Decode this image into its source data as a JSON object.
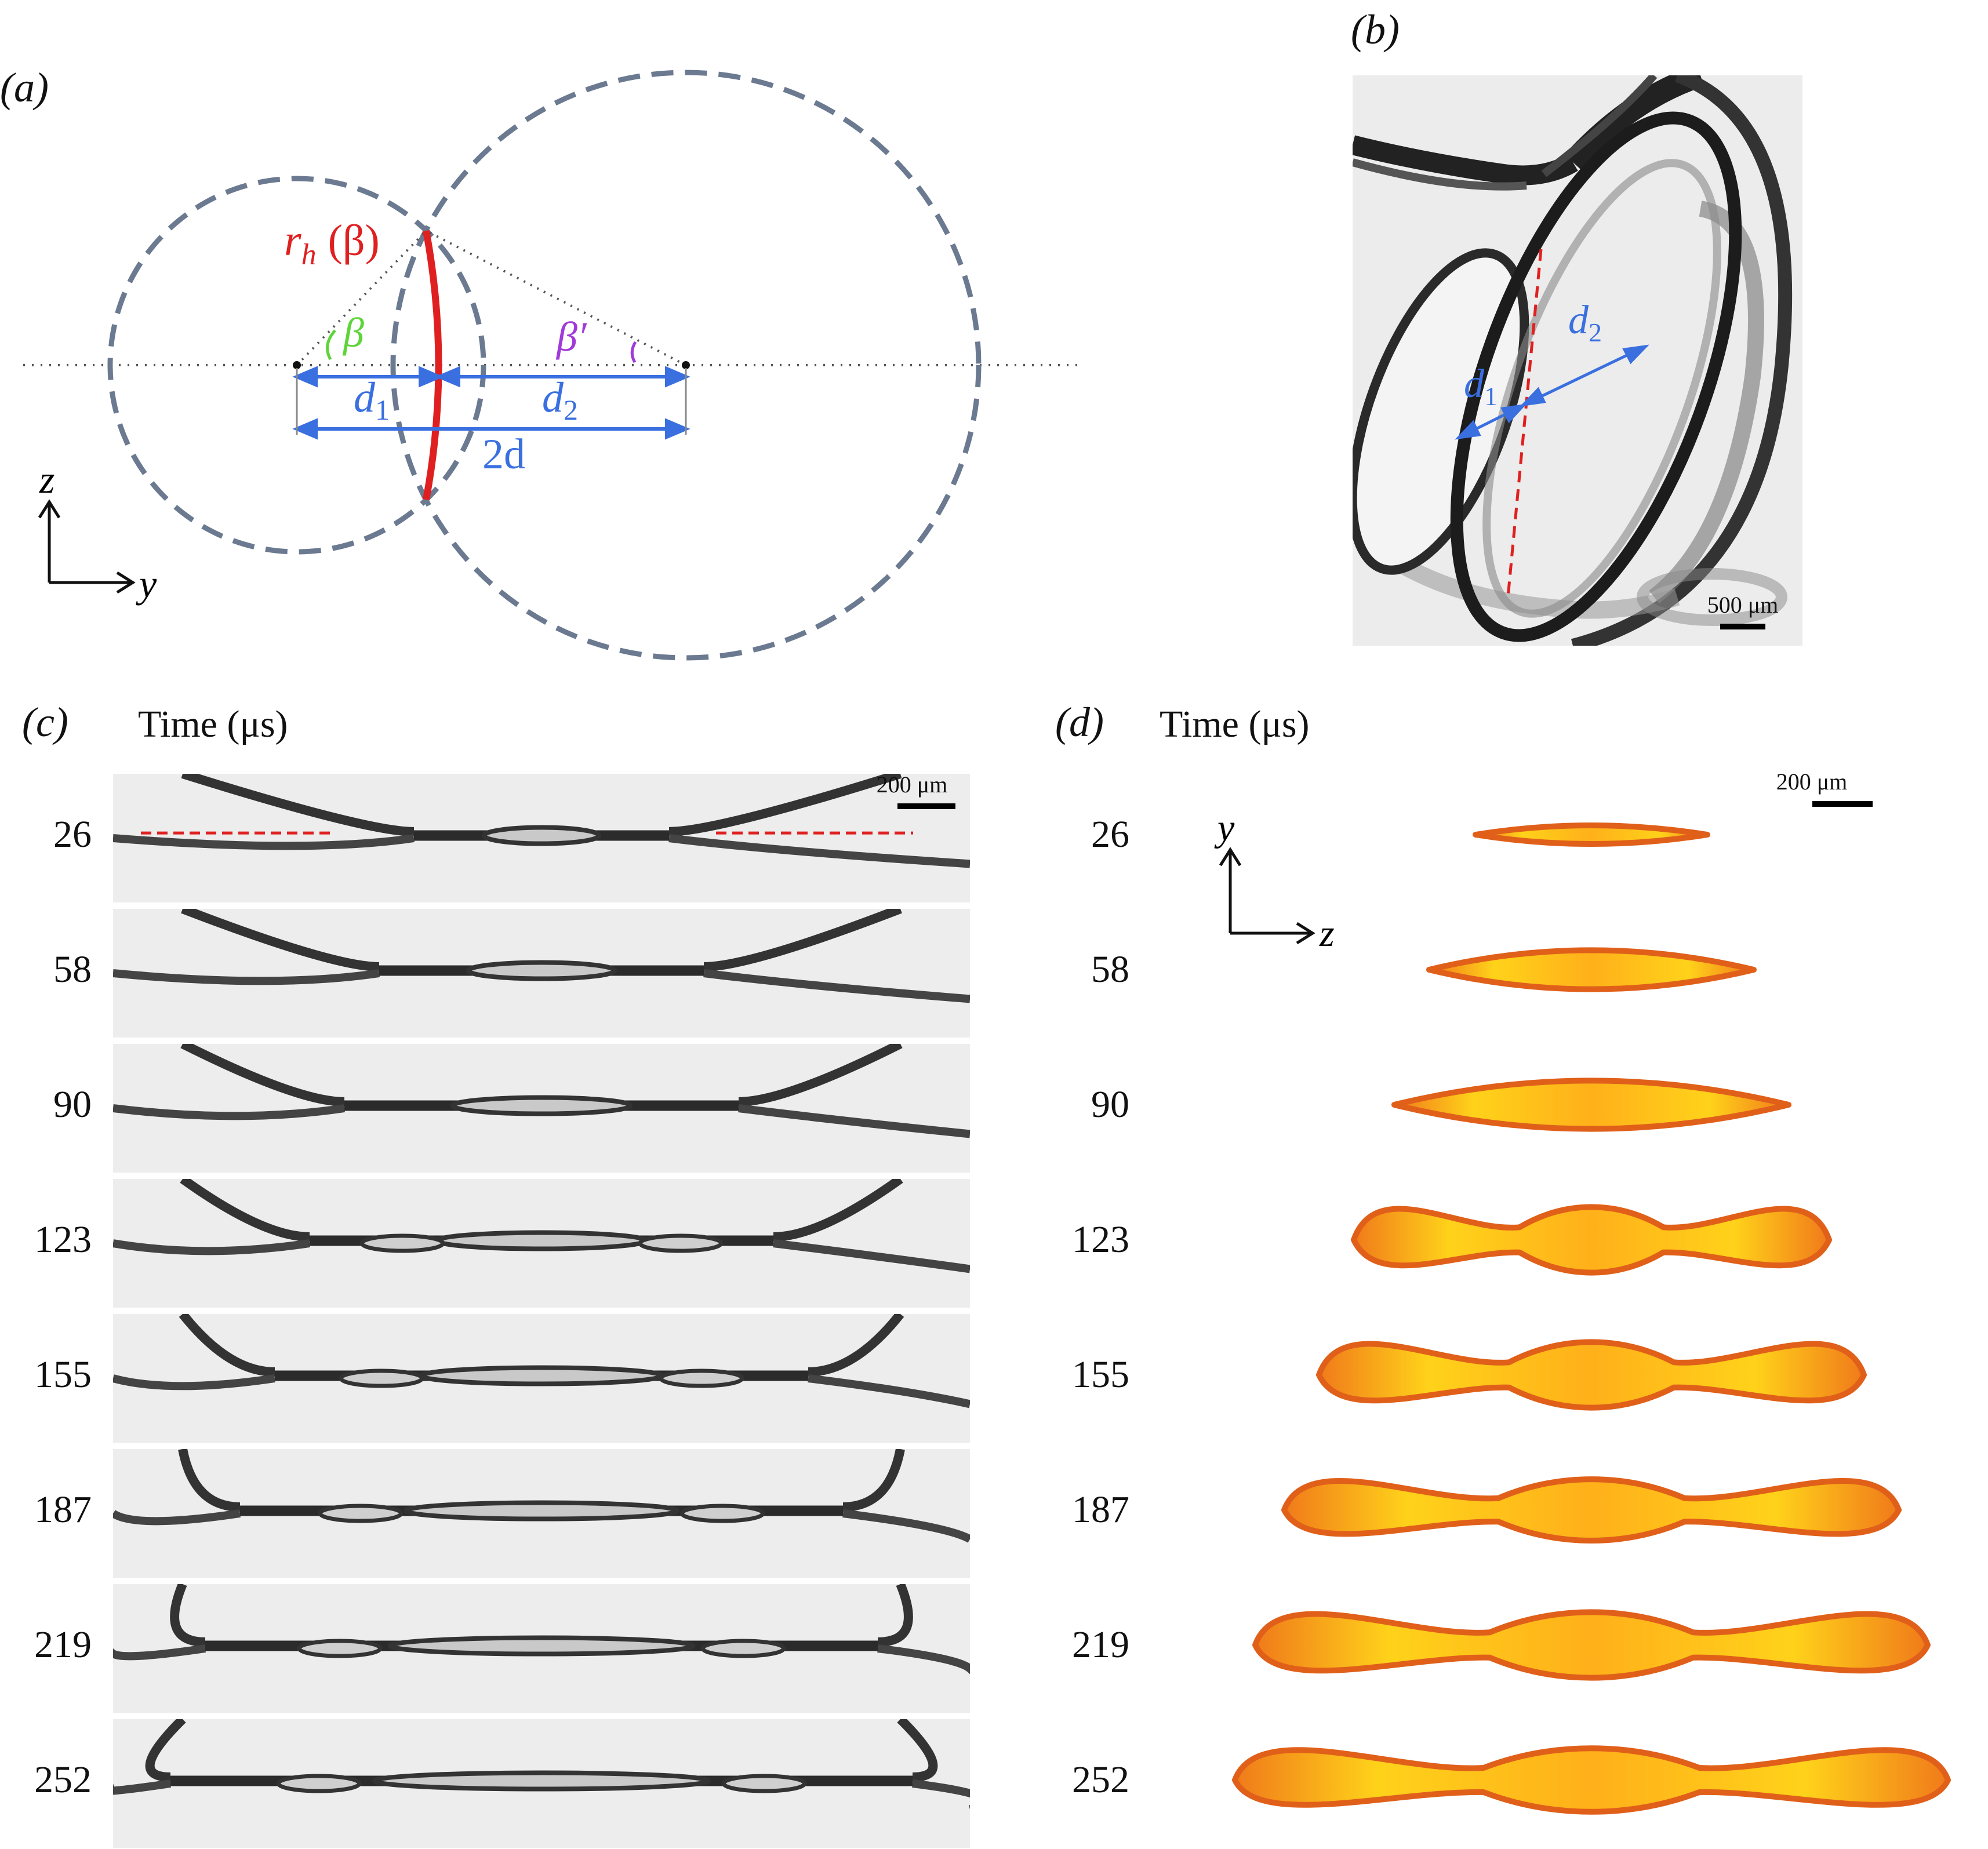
{
  "panels": {
    "a": {
      "label": "(a)",
      "labels": {
        "rh": "r",
        "rh_sub": "h",
        "rh_arg": "(β)",
        "beta": "β",
        "beta_prime": "β′",
        "d1": "d",
        "d1_sub": "1",
        "d2": "d",
        "d2_sub": "2",
        "two_d": "2d",
        "axis_z": "z",
        "axis_y": "y"
      }
    },
    "b": {
      "label": "(b)",
      "labels": {
        "d1": "d",
        "d1_sub": "1",
        "d2": "d",
        "d2_sub": "2"
      },
      "scale_bar": "500 μm"
    },
    "c": {
      "label": "(c)",
      "time_header": "Time (μs)",
      "scale_bar": "200 μm",
      "times": [
        "26",
        "58",
        "90",
        "123",
        "155",
        "187",
        "219",
        "252"
      ]
    },
    "d": {
      "label": "(d)",
      "time_header": "Time (μs)",
      "scale_bar": "200 μm",
      "axis_y": "y",
      "axis_z": "z",
      "times": [
        "26",
        "58",
        "90",
        "123",
        "155",
        "187",
        "219",
        "252"
      ]
    }
  },
  "colors": {
    "circle": "#6b7a90",
    "contact_line": "#e02020",
    "dimension": "#3a6fe0",
    "beta": "#5fd43a",
    "beta_prime": "#a03ad8",
    "sheet": "#f07a1a"
  }
}
